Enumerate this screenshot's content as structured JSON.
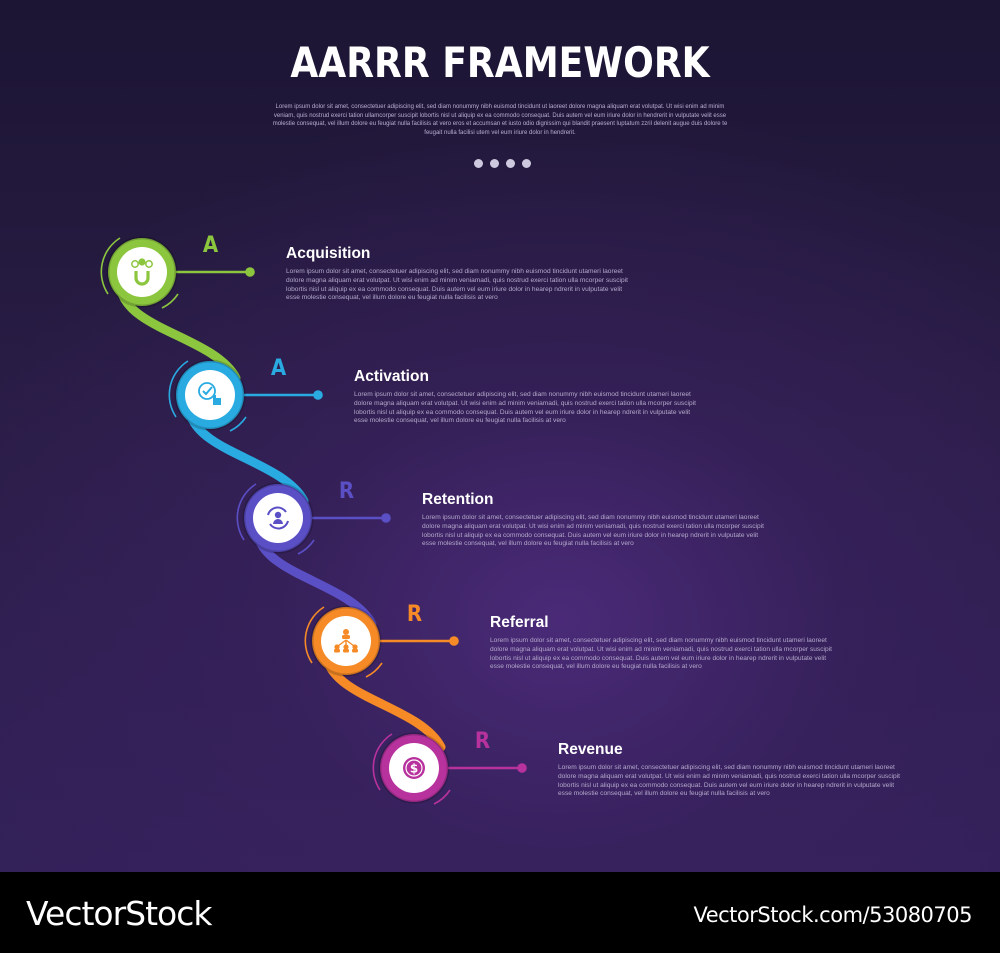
{
  "header": {
    "title": "AARRR FRAMEWORK",
    "intro": "Lorem ipsum dolor sit amet, consectetuer adipiscing elit, sed diam nonummy nibh euismod tincidunt ut laoreet dolore magna aliquam erat volutpat. Ut wisi enim ad minim veniam, quis nostrud exerci tation ullamcorper suscipit lobortis nisl ut aliquip ex ea commodo consequat. Duis autem vel eum iriure dolor in hendrerit in vulputate velit esse molestie consequat, vel illum dolore eu feugiat nulla facilisis at vero eros et accumsan et iusto odio dignissim qui blandit praesent luptatum zzril delenit augue duis dolore te feugait nulla facilisi utem vel eum iriure dolor in hendrerit.",
    "page_dots": 4
  },
  "steps": [
    {
      "letter": "A",
      "title": "Acquisition",
      "color": "#8cc63f",
      "icon": "magnet-users-icon",
      "description": "Lorem ipsum dolor sit amet, consectetuer adipiscing elit, sed diam nonummy nibh euismod tincidunt utameri laoreet dolore magna aliquam erat volutpat. Ut wisi enim ad minim veniamadi, quis nostrud exerci tation ulla mcorper suscipit lobortis nisl ut aliquip ex ea commodo consequat. Duis autem vel eum iriure dolor in hearep ndrerit in vulputate velit esse molestie consequat, vel illum dolore eu feugiat nulla facilisis at vero"
    },
    {
      "letter": "A",
      "title": "Activation",
      "color": "#29abe2",
      "icon": "touch-checkmark-icon",
      "description": "Lorem ipsum dolor sit amet, consectetuer adipiscing elit, sed diam nonummy nibh euismod tincidunt utameri laoreet dolore magna aliquam erat volutpat. Ut wisi enim ad minim veniamadi, quis nostrud exerci tation ulla mcorper suscipit lobortis nisl ut aliquip ex ea commodo consequat. Duis autem vel eum iriure dolor in hearep ndrerit in vulputate velit esse molestie consequat, vel illum dolore eu feugiat nulla facilisis at vero"
    },
    {
      "letter": "R",
      "title": "Retention",
      "color": "#5b4fc6",
      "icon": "user-cycle-icon",
      "description": "Lorem ipsum dolor sit amet, consectetuer adipiscing elit, sed diam nonummy nibh euismod tincidunt utameri laoreet dolore magna aliquam erat volutpat. Ut wisi enim ad minim veniamadi, quis nostrud exerci tation ulla mcorper suscipit lobortis nisl ut aliquip ex ea commodo consequat. Duis autem vel eum iriure dolor in hearep ndrerit in vulputate velit esse molestie consequat, vel illum dolore eu feugiat nulla facilisis at vero"
    },
    {
      "letter": "R",
      "title": "Referral",
      "color": "#f58a27",
      "icon": "referral-network-icon",
      "description": "Lorem ipsum dolor sit amet, consectetuer adipiscing elit, sed diam nonummy nibh euismod tincidunt utameri laoreet dolore magna aliquam erat volutpat. Ut wisi enim ad minim veniamadi, quis nostrud exerci tation ulla mcorper suscipit lobortis nisl ut aliquip ex ea commodo consequat. Duis autem vel eum iriure dolor in hearep ndrerit in vulputate velit esse molestie consequat, vel illum dolore eu feugiat nulla facilisis at vero"
    },
    {
      "letter": "R",
      "title": "Revenue",
      "color": "#b8329e",
      "icon": "dollar-coin-icon",
      "description": "Lorem ipsum dolor sit amet, consectetuer adipiscing elit, sed diam nonummy nibh euismod tincidunt utameri laoreet dolore magna aliquam erat volutpat. Ut wisi enim ad minim veniamadi, quis nostrud exerci tation ulla mcorper suscipit lobortis nisl ut aliquip ex ea commodo consequat. Duis autem vel eum iriure dolor in hearep ndrerit in vulputate velit esse molestie consequat, vel illum dolore eu feugiat nulla facilisis at vero"
    }
  ],
  "footer": {
    "brand": "VectorStock",
    "credit": "VectorStock.com/53080705"
  }
}
